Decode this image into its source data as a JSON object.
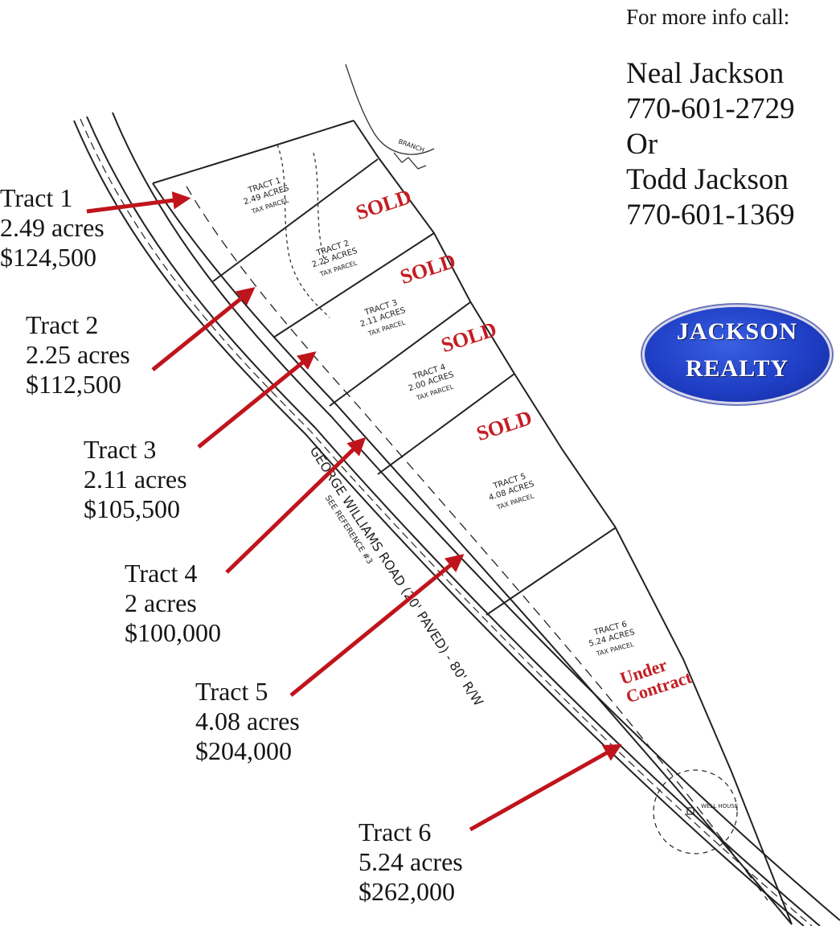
{
  "contact": {
    "heading": "For more info call:",
    "name1": "Neal Jackson",
    "phone1": "770-601-2729",
    "or": "Or",
    "name2": "Todd Jackson",
    "phone2": "770-601-1369"
  },
  "logo": {
    "word1": "JACKSON",
    "word2": "REALTY"
  },
  "road": {
    "name": "GEORGE WILLIAMS ROAD (20' PAVED) - 80' R/W",
    "reference": "SEE REFERENCE #3"
  },
  "tracts": [
    {
      "name": "Tract 1",
      "acres": "2.49 acres",
      "price": "$124,500",
      "plat_title": "TRACT 1",
      "plat_acres": "2.49 ACRES",
      "status": "SOLD"
    },
    {
      "name": "Tract 2",
      "acres": "2.25 acres",
      "price": "$112,500",
      "plat_title": "TRACT 2",
      "plat_acres": "2.25 ACRES",
      "status": "SOLD"
    },
    {
      "name": "Tract 3",
      "acres": "2.11 acres",
      "price": "$105,500",
      "plat_title": "TRACT 3",
      "plat_acres": "2.11 ACRES",
      "status": "SOLD"
    },
    {
      "name": "Tract 4",
      "acres": "2 acres",
      "price": "$100,000",
      "plat_title": "TRACT 4",
      "plat_acres": "2.00 ACRES",
      "status": "SOLD"
    },
    {
      "name": "Tract 5",
      "acres": "4.08 acres",
      "price": "$204,000",
      "plat_title": "TRACT 5",
      "plat_acres": "4.08 ACRES",
      "status": ""
    },
    {
      "name": "Tract 6",
      "acres": "5.24 acres",
      "price": "$262,000",
      "plat_title": "TRACT 6",
      "plat_acres": "5.24 ACRES",
      "status": "Under Contract"
    }
  ],
  "plat": {
    "tax_parcel": "TAX PARCEL",
    "branch": "BRANCH",
    "well_house": "WELL HOUSE"
  },
  "colors": {
    "arrow": "#c0141c",
    "stamp": "#c41e24",
    "logo_blue": "#1f3fc6",
    "ink": "#222222"
  }
}
